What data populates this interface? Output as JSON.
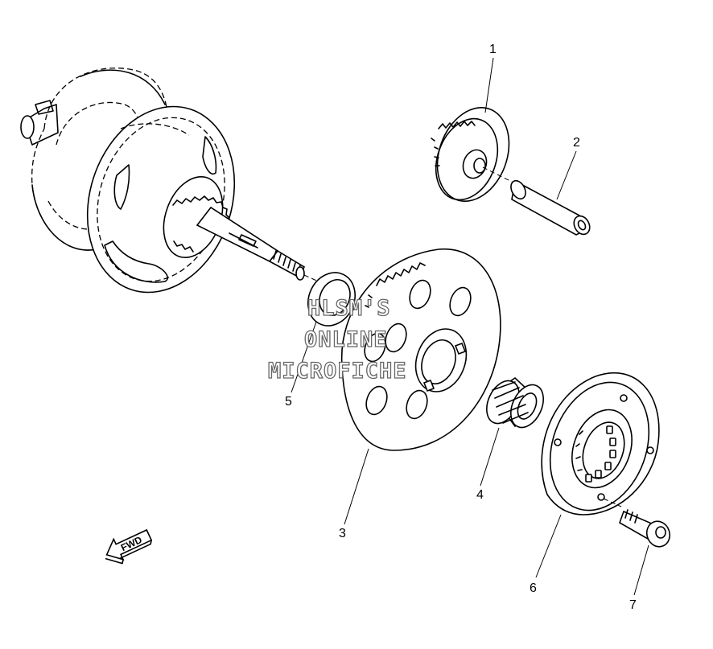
{
  "callouts": {
    "c1": "1",
    "c2": "2",
    "c3": "3",
    "c4": "4",
    "c5": "5",
    "c6": "6",
    "c7": "7"
  },
  "watermark": {
    "line1": "HLSM'S",
    "line2": "ONLINE",
    "line3": "MICROFICHE"
  },
  "direction_arrow": {
    "label": "FWD",
    "icon": "fwd-arrow-icon"
  }
}
